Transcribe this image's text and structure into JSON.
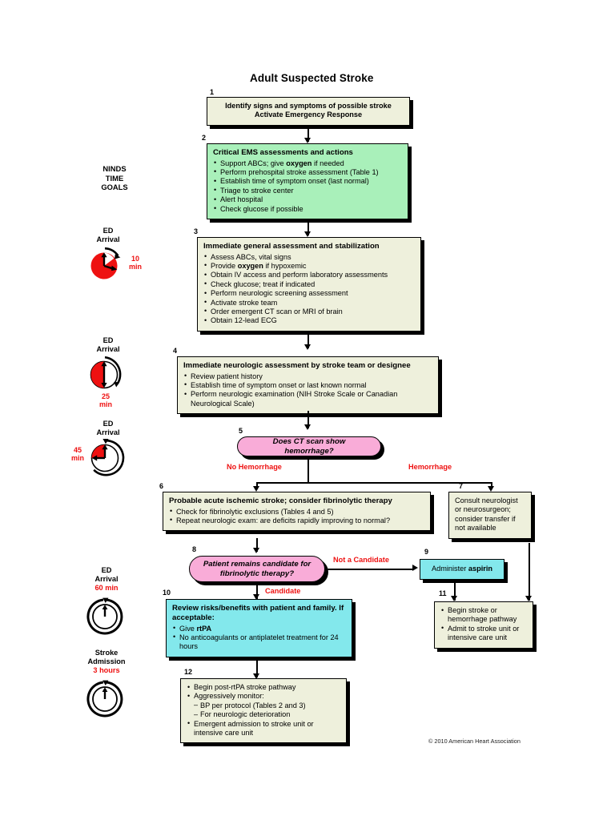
{
  "title": "Adult Suspected Stroke",
  "copyright": "© 2010 American Heart Association",
  "colors": {
    "cream": "#eef0dc",
    "green": "#a9f0ba",
    "cyan": "#83e8ec",
    "pink": "#f9acd8",
    "red_label": "#ee1111"
  },
  "time_goals": {
    "header": "NINDS\nTIME\nGOALS",
    "header_line1": "NINDS",
    "header_line2": "TIME",
    "header_line3": "GOALS",
    "markers": [
      {
        "caption_line1": "ED",
        "caption_line2": "Arrival",
        "value": "10",
        "unit": "min",
        "value_position": "right",
        "red_fraction": 0.87,
        "clock_style": "filled"
      },
      {
        "caption_line1": "ED",
        "caption_line2": "Arrival",
        "value": "25",
        "unit": "min",
        "value_position": "below",
        "red_fraction": 0.5,
        "clock_style": "filled"
      },
      {
        "caption_line1": "ED",
        "caption_line2": "Arrival",
        "value": "45",
        "unit": "min",
        "value_position": "left",
        "red_fraction": 0.25,
        "clock_style": "filled"
      },
      {
        "caption_line1": "ED",
        "caption_line2": "Arrival",
        "value": "60 min",
        "unit": "",
        "value_position": "caption",
        "red_fraction": 0,
        "clock_style": "empty"
      },
      {
        "caption_line1": "Stroke",
        "caption_line2": "Admission",
        "value": "3 hours",
        "unit": "",
        "value_position": "caption",
        "red_fraction": 0,
        "clock_style": "empty"
      }
    ]
  },
  "path_labels": {
    "no_hemorrhage": "No Hemorrhage",
    "hemorrhage": "Hemorrhage",
    "not_a_candidate": "Not a Candidate",
    "candidate": "Candidate"
  },
  "steps": [
    {
      "number": "1",
      "shape": "box",
      "fill": "cream",
      "heading": "",
      "lines": [
        "Identify signs and symptoms of possible stroke",
        "Activate Emergency Response"
      ],
      "bullets": []
    },
    {
      "number": "2",
      "shape": "box",
      "fill": "green",
      "heading": "Critical EMS assessments and actions",
      "bullets": [
        "Support ABCs; give <b>oxygen</b> if needed",
        "Perform prehospital stroke assessment (Table 1)",
        "Establish time of symptom onset (last normal)",
        "Triage to stroke center",
        "Alert hospital",
        "Check glucose if possible"
      ]
    },
    {
      "number": "3",
      "shape": "box",
      "fill": "cream",
      "heading": "Immediate general assessment and stabilization",
      "bullets": [
        "Assess ABCs, vital signs",
        "Provide <b>oxygen</b> if hypoxemic",
        "Obtain IV access and perform laboratory assessments",
        "Check glucose; treat if indicated",
        "Perform neurologic screening assessment",
        "Activate stroke team",
        "Order emergent CT scan or MRI of brain",
        "Obtain 12-lead ECG"
      ]
    },
    {
      "number": "4",
      "shape": "box",
      "fill": "cream",
      "heading": "Immediate neurologic assessment by stroke team or designee",
      "bullets": [
        "Review patient history",
        "Establish time of symptom onset or last known normal",
        "Perform neurologic examination (NIH Stroke Scale or Canadian Neurological Scale)"
      ]
    },
    {
      "number": "5",
      "shape": "pill",
      "fill": "pink",
      "text": "Does CT scan show hemorrhage?"
    },
    {
      "number": "6",
      "shape": "box",
      "fill": "cream",
      "heading": "Probable acute ischemic stroke; consider fibrinolytic therapy",
      "bullets": [
        "Check for fibrinolytic exclusions (Tables 4 and 5)",
        "Repeat neurologic exam: are deficits rapidly improving to normal?"
      ]
    },
    {
      "number": "7",
      "shape": "box",
      "fill": "cream",
      "heading": "",
      "lines": [
        "Consult neurologist",
        "or neurosurgeon;",
        "consider transfer if",
        "not available"
      ],
      "bullets": []
    },
    {
      "number": "8",
      "shape": "pill",
      "fill": "pink",
      "text": "Patient remains candidate for fibrinolytic therapy?"
    },
    {
      "number": "9",
      "shape": "box",
      "fill": "cyan",
      "heading": "",
      "lines": [
        "Administer <b>aspirin</b>"
      ],
      "bullets": []
    },
    {
      "number": "10",
      "shape": "box",
      "fill": "cyan",
      "heading": "Review risks/benefits with patient and family. If acceptable:",
      "bullets": [
        "Give <b>rtPA</b>",
        "No anticoagulants or antiplatelet treatment for 24 hours"
      ]
    },
    {
      "number": "11",
      "shape": "box",
      "fill": "cream",
      "heading": "",
      "bullets": [
        "Begin stroke or hemorrhage pathway",
        "Admit to stroke unit or intensive care unit"
      ]
    },
    {
      "number": "12",
      "shape": "box",
      "fill": "cream",
      "heading": "",
      "bullets": [
        "Begin post-rtPA stroke pathway",
        "Aggressively monitor:",
        "BP per protocol (Tables 2 and 3)",
        "For neurologic deterioration",
        "Emergent admission to stroke unit or intensive care unit"
      ],
      "sub_indices": [
        2,
        3
      ]
    }
  ]
}
